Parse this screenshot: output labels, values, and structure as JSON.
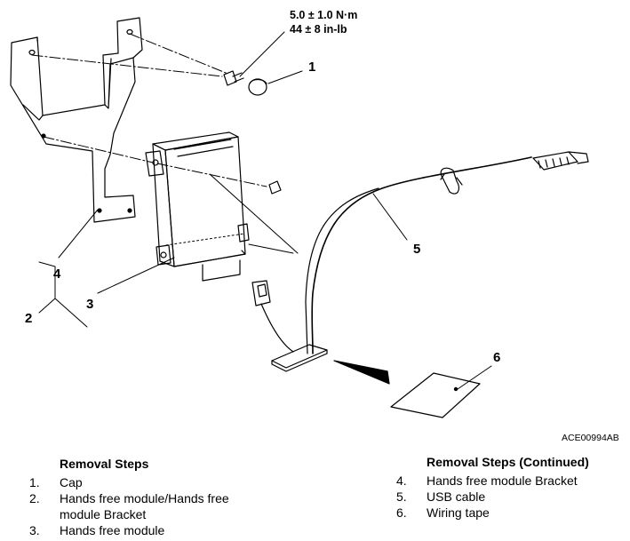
{
  "diagram": {
    "torque_nm": "5.0 ± 1.0 N·m",
    "torque_inlb": "44 ± 8 in-lb",
    "callouts": [
      "1",
      "2",
      "3",
      "4",
      "5",
      "6"
    ],
    "figure_id": "ACE00994AB"
  },
  "steps_left": {
    "title": "Removal Steps",
    "items": [
      {
        "num": "1.",
        "text": "Cap"
      },
      {
        "num": "2.",
        "text": "Hands free module/Hands free module Bracket"
      },
      {
        "num": "3.",
        "text": "Hands free module"
      }
    ]
  },
  "steps_right": {
    "title": "Removal Steps (Continued)",
    "items": [
      {
        "num": "4.",
        "text": "Hands free module Bracket"
      },
      {
        "num": "5.",
        "text": "USB cable"
      },
      {
        "num": "6.",
        "text": "Wiring tape"
      }
    ]
  }
}
